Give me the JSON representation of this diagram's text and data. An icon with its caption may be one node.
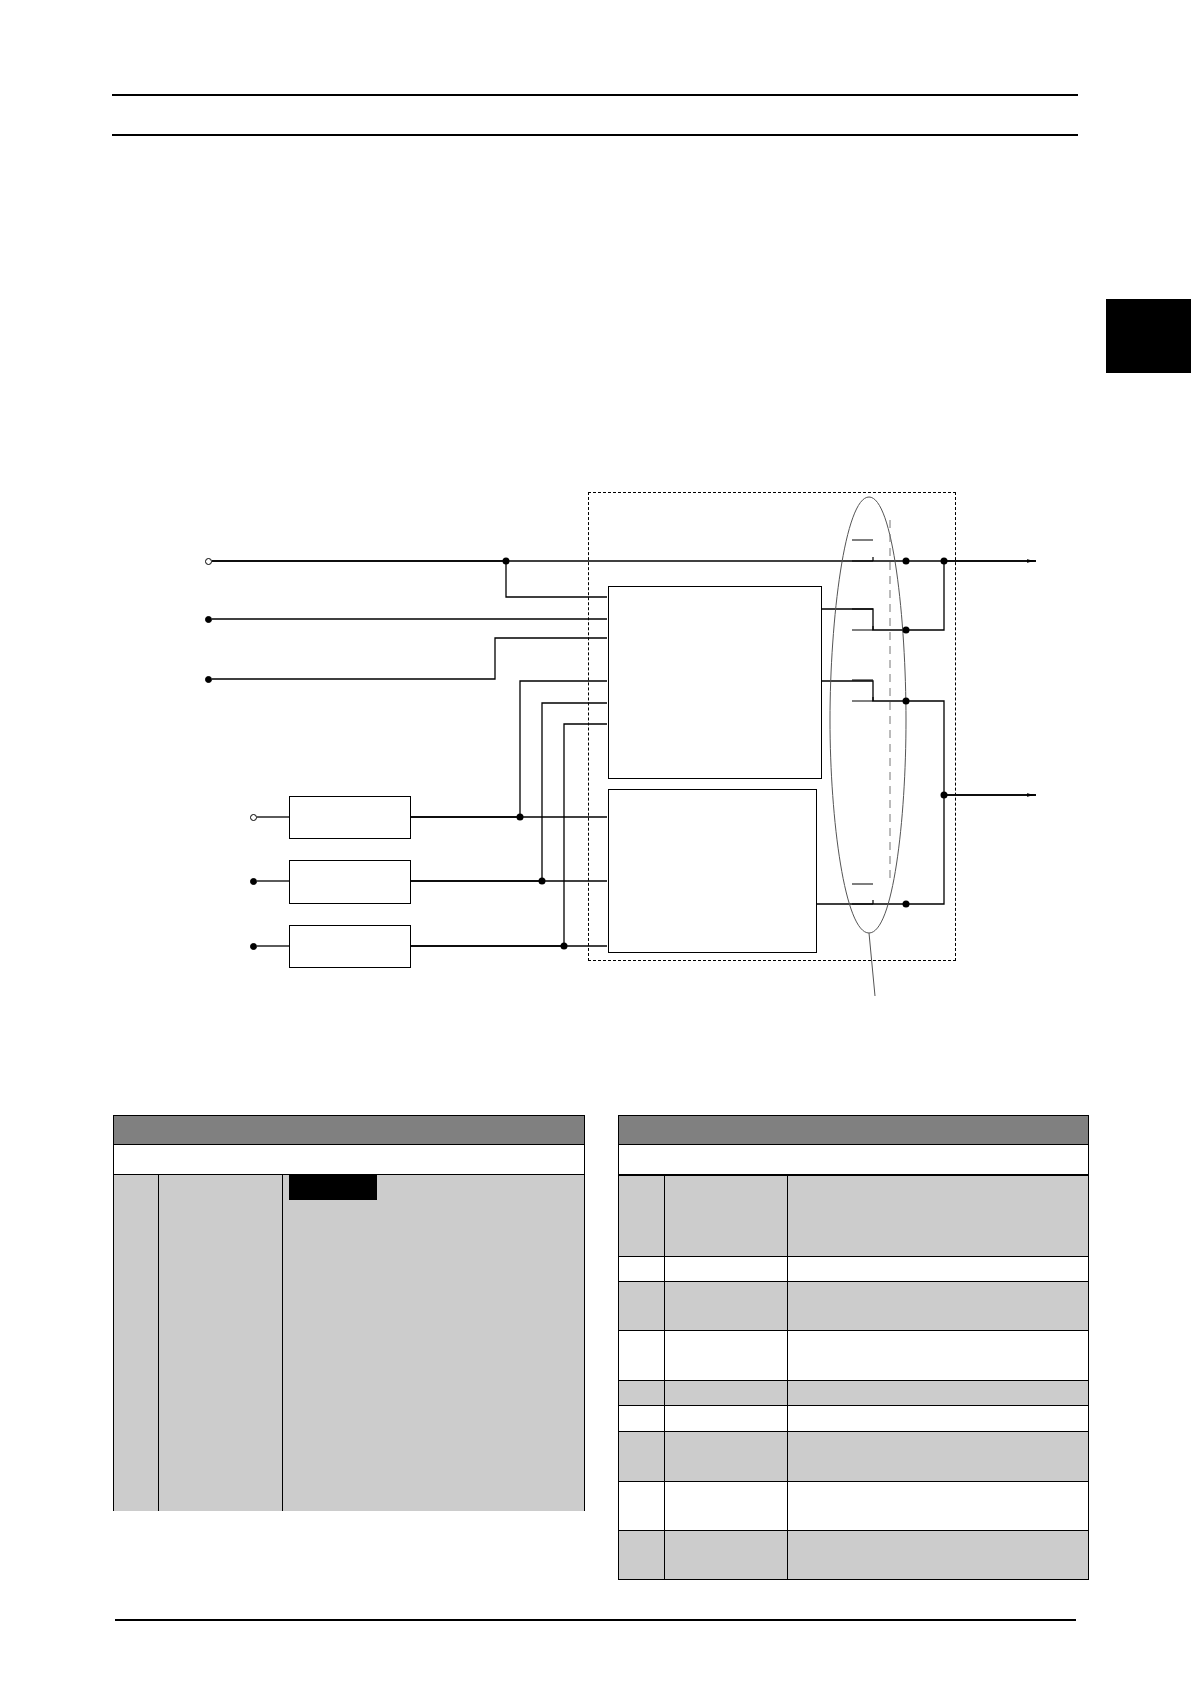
{
  "diagram": {
    "nodes": [
      {
        "text": [],
        "shape": "box"
      },
      {
        "text": [],
        "shape": "box",
        "in": 0
      },
      {
        "text": [],
        "shape": "box",
        "in": 0
      },
      {
        "text": [],
        "shape": "box"
      },
      {
        "text": [],
        "shape": "box"
      },
      {
        "text": [],
        "shape": "box"
      },
      {
        "text": [],
        "shape": "circle"
      },
      {
        "text": [],
        "shape": "circle"
      },
      {
        "text": [],
        "shape": "circle"
      },
      {
        "text": [],
        "shape": "circle"
      },
      {
        "text": [],
        "shape": "circle"
      },
      {
        "text": [],
        "shape": "circle"
      },
      {
        "text": [],
        "shape": "box"
      },
      {
        "text": [],
        "shape": "box"
      }
    ],
    "edges": [
      {
        "from": 6,
        "to": 1,
        "arrow": "none"
      },
      {
        "from": 6,
        "to": null,
        "arrow": "to"
      },
      {
        "from": 7,
        "to": 1,
        "arrow": "none"
      },
      {
        "from": 8,
        "to": 1,
        "arrow": "none"
      },
      {
        "from": 9,
        "to": 3,
        "arrow": "none"
      },
      {
        "from": 10,
        "to": 4,
        "arrow": "none"
      },
      {
        "from": 11,
        "to": 5,
        "arrow": "none"
      },
      {
        "from": 3,
        "to": 1,
        "arrow": "none"
      },
      {
        "from": 3,
        "to": 2,
        "arrow": "none"
      },
      {
        "from": 4,
        "to": 1,
        "arrow": "none"
      },
      {
        "from": 4,
        "to": 2,
        "arrow": "none"
      },
      {
        "from": 5,
        "to": 1,
        "arrow": "none"
      },
      {
        "from": 5,
        "to": 2,
        "arrow": "none"
      },
      {
        "from": 1,
        "to": null,
        "arrow": "to"
      },
      {
        "from": 1,
        "to": null,
        "arrow": "to"
      },
      {
        "from": 2,
        "to": null,
        "arrow": "to"
      }
    ]
  }
}
